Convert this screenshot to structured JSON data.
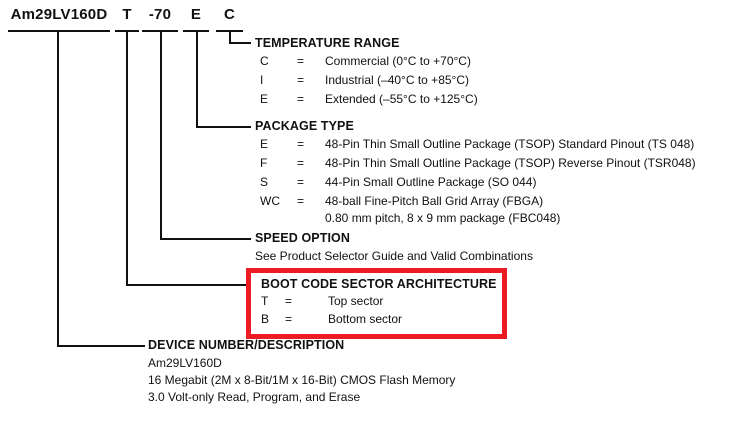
{
  "part_number": {
    "segments": [
      {
        "text": "Am29LV160D"
      },
      {
        "text": "T"
      },
      {
        "text": "-70"
      },
      {
        "text": "E"
      },
      {
        "text": "C"
      }
    ]
  },
  "sections": {
    "temperature_range": {
      "title": "TEMPERATURE RANGE",
      "rows": [
        {
          "code": "C",
          "eq": "=",
          "desc": "Commercial (0°C to +70°C)"
        },
        {
          "code": "I",
          "eq": "=",
          "desc": "Industrial (–40°C to +85°C)"
        },
        {
          "code": "E",
          "eq": "=",
          "desc": "Extended (–55°C to +125°C)"
        }
      ]
    },
    "package_type": {
      "title": "PACKAGE TYPE",
      "rows": [
        {
          "code": "E",
          "eq": "=",
          "desc": "48-Pin Thin Small Outline Package (TSOP) Standard Pinout (TS 048)"
        },
        {
          "code": "F",
          "eq": "=",
          "desc": "48-Pin Thin Small Outline Package (TSOP) Reverse Pinout (TSR048)"
        },
        {
          "code": "S",
          "eq": "=",
          "desc": "44-Pin Small Outline Package (SO 044)"
        },
        {
          "code": "WC",
          "eq": "=",
          "desc": "48-ball Fine-Pitch Ball Grid Array (FBGA)",
          "desc2": "0.80 mm pitch, 8 x 9 mm package (FBC048)"
        }
      ]
    },
    "speed_option": {
      "title": "SPEED OPTION",
      "note": "See Product Selector Guide and Valid Combinations"
    },
    "boot_code": {
      "title": "BOOT CODE SECTOR ARCHITECTURE",
      "highlight_color": "#ed1c24",
      "rows": [
        {
          "code": "T",
          "eq": "=",
          "desc": "Top sector"
        },
        {
          "code": "B",
          "eq": "=",
          "desc": "Bottom sector"
        }
      ]
    },
    "device": {
      "title": "DEVICE NUMBER/DESCRIPTION",
      "lines": [
        "Am29LV160D",
        "16 Megabit (2M x 8-Bit/1M x 16-Bit) CMOS Flash Memory",
        "3.0 Volt-only Read, Program, and Erase"
      ]
    }
  }
}
